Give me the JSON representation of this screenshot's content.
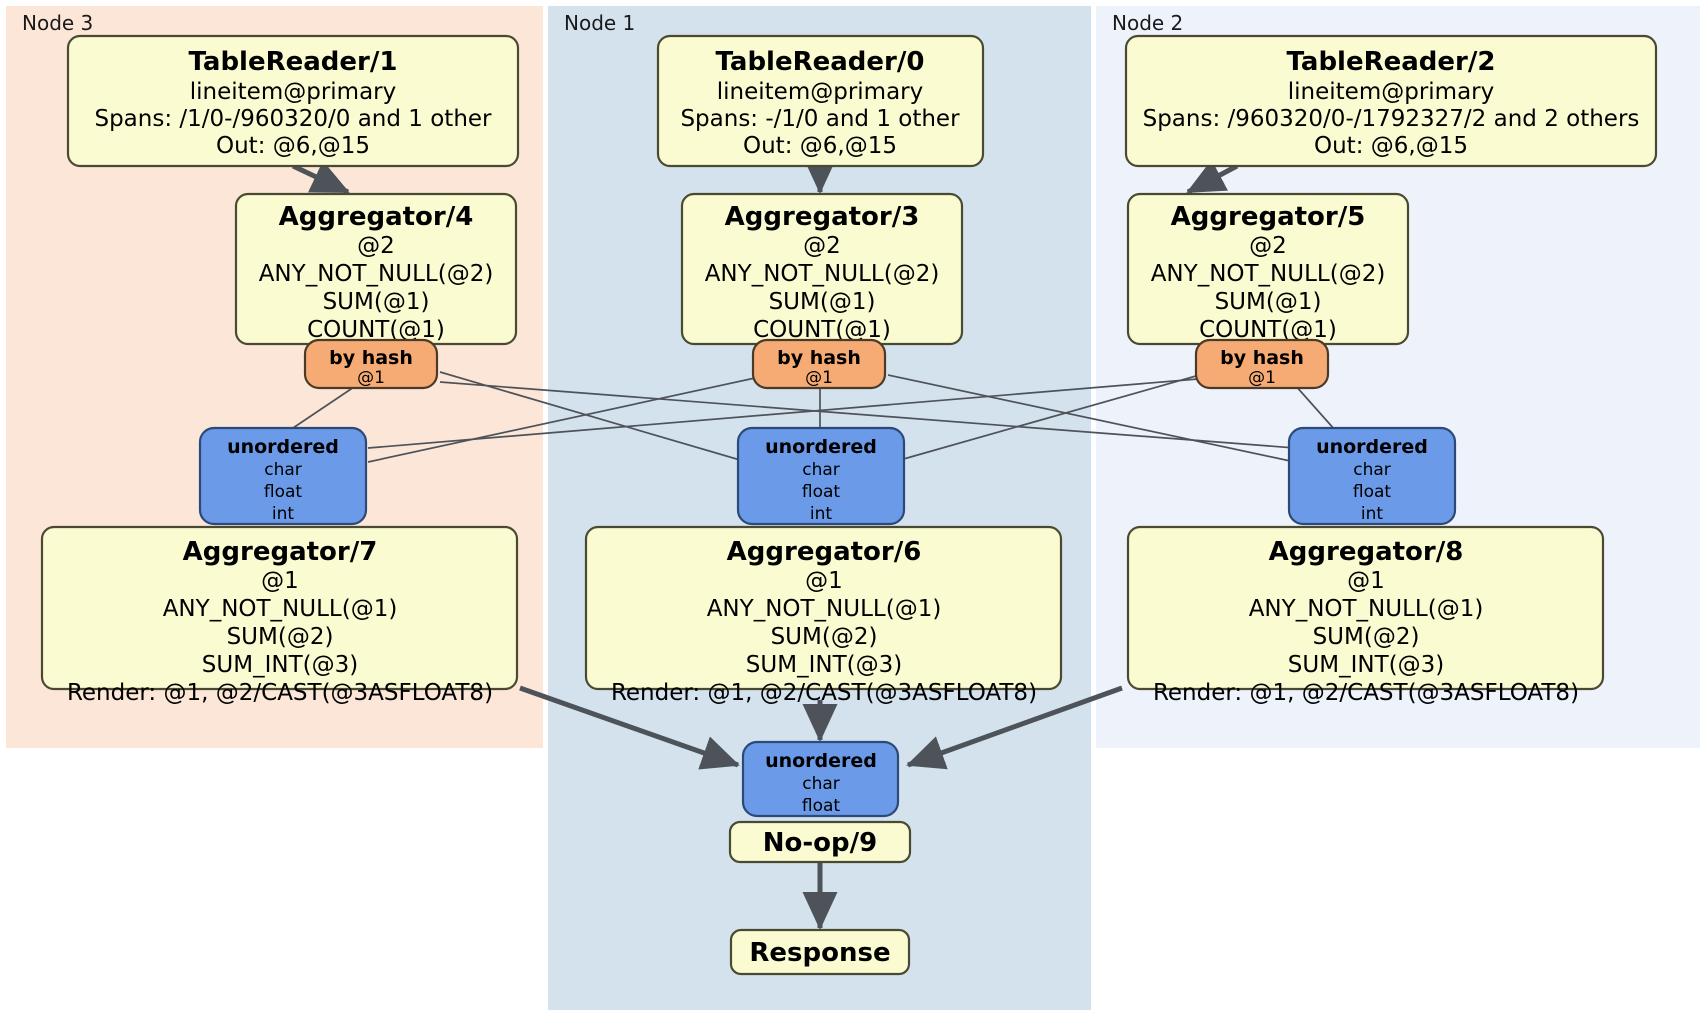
{
  "diagram": {
    "title": "DistSQL distributed query plan",
    "colors": {
      "node3_panel": "#fce6d8",
      "node1_panel": "#d4e2ee",
      "node2_panel": "#eef2fb",
      "processor_fill": "#fbfbd2",
      "router_fill": "#f7ab74",
      "receiver_fill": "#6b9ae8",
      "edge": "#4d5359"
    }
  },
  "panels": [
    {
      "id": "node3",
      "label": "Node 3"
    },
    {
      "id": "node1",
      "label": "Node 1"
    },
    {
      "id": "node2",
      "label": "Node 2"
    }
  ],
  "readers": [
    {
      "id": "tr1",
      "title": "TableReader/1",
      "lines": [
        "lineitem@primary",
        "Spans: /1/0-/960320/0 and 1 other",
        "Out: @6,@15"
      ]
    },
    {
      "id": "tr0",
      "title": "TableReader/0",
      "lines": [
        "lineitem@primary",
        "Spans: -/1/0 and 1 other",
        "Out: @6,@15"
      ]
    },
    {
      "id": "tr2",
      "title": "TableReader/2",
      "lines": [
        "lineitem@primary",
        "Spans: /960320/0-/1792327/2 and 2 others",
        "Out: @6,@15"
      ]
    }
  ],
  "local_aggregators": [
    {
      "id": "agg4",
      "title": "Aggregator/4",
      "lines": [
        "@2",
        "ANY_NOT_NULL(@2)",
        "SUM(@1)",
        "COUNT(@1)"
      ]
    },
    {
      "id": "agg3",
      "title": "Aggregator/3",
      "lines": [
        "@2",
        "ANY_NOT_NULL(@2)",
        "SUM(@1)",
        "COUNT(@1)"
      ]
    },
    {
      "id": "agg5",
      "title": "Aggregator/5",
      "lines": [
        "@2",
        "ANY_NOT_NULL(@2)",
        "SUM(@1)",
        "COUNT(@1)"
      ]
    }
  ],
  "routers": [
    {
      "id": "router4",
      "title": "by hash",
      "lines": [
        "@1"
      ]
    },
    {
      "id": "router3",
      "title": "by hash",
      "lines": [
        "@1"
      ]
    },
    {
      "id": "router5",
      "title": "by hash",
      "lines": [
        "@1"
      ]
    }
  ],
  "receivers": [
    {
      "id": "recv7",
      "title": "unordered",
      "lines": [
        "char",
        "float",
        "int"
      ]
    },
    {
      "id": "recv6",
      "title": "unordered",
      "lines": [
        "char",
        "float",
        "int"
      ]
    },
    {
      "id": "recv8",
      "title": "unordered",
      "lines": [
        "char",
        "float",
        "int"
      ]
    }
  ],
  "final_aggregators": [
    {
      "id": "agg7",
      "title": "Aggregator/7",
      "lines": [
        "@1",
        "ANY_NOT_NULL(@1)",
        "SUM(@2)",
        "SUM_INT(@3)",
        "Render: @1, @2/CAST(@3ASFLOAT8)"
      ]
    },
    {
      "id": "agg6",
      "title": "Aggregator/6",
      "lines": [
        "@1",
        "ANY_NOT_NULL(@1)",
        "SUM(@2)",
        "SUM_INT(@3)",
        "Render: @1, @2/CAST(@3ASFLOAT8)"
      ]
    },
    {
      "id": "agg8",
      "title": "Aggregator/8",
      "lines": [
        "@1",
        "ANY_NOT_NULL(@1)",
        "SUM(@2)",
        "SUM_INT(@3)",
        "Render: @1, @2/CAST(@3ASFLOAT8)"
      ]
    }
  ],
  "final_receiver": {
    "id": "recv9",
    "title": "unordered",
    "lines": [
      "char",
      "float"
    ]
  },
  "noop": {
    "id": "noop9",
    "title": "No-op/9"
  },
  "response": {
    "id": "response",
    "title": "Response"
  }
}
